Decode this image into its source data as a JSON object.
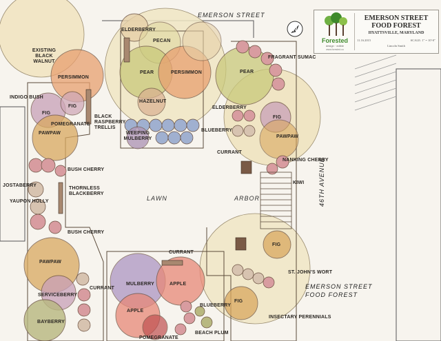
{
  "title_block": {
    "logo_name": "Forested",
    "logo_sub": "design · edible",
    "logo_url": "www.forested.co",
    "title_line1": "EMERSON STREET",
    "title_line2": "FOOD FOREST",
    "location": "HYATTSVILLE, MARYLAND",
    "date": "11.16.2015",
    "scale": "SCALE: 1\" = 10'-0\"",
    "author": "Lincoln Smith"
  },
  "streets": {
    "north": "EMERSON STREET",
    "east": "46TH AVENUE"
  },
  "areas": {
    "lawn": "LAWN",
    "arbor": "ARBOR",
    "site_name_line1": "EMERSON STREET",
    "site_name_line2": "FOOD FOREST"
  },
  "plant_labels": {
    "existing_black_walnut": "EXISTING\nBLACK\nWALNUT",
    "persimmon_w": "PERSIMMON",
    "indigo_bush": "INDIGO BUSH",
    "fig_w": "FIG",
    "fig_w2": "FIG",
    "pomegranate_w": "POMEGRANATE",
    "black_raspberry": "BLACK\nRASPBERRY\nTRELLIS",
    "pawpaw_w": "PAWPAW",
    "bush_cherry_1": "BUSH CHERRY",
    "jostaberry": "JOSTABERRY",
    "thornless_blackberry": "THORNLESS\nBLACKBERRY",
    "yaupon_holly": "YAUPON HOLLY",
    "bush_cherry_2": "BUSH CHERRY",
    "pawpaw_sw": "PAWPAW",
    "serviceberry": "SERVICEBERRY",
    "currant_sw": "CURRANT",
    "bayberry": "BAYBERRY",
    "elderberry_n": "ELDERBERRY",
    "pecan": "PECAN",
    "pear_n": "PEAR",
    "persimmon_n": "PERSIMMON",
    "hazelnut": "HAZELNUT",
    "weeping_mulberry": "WEEPING\nMULBERRY",
    "blueberry_n": "BLUEBERRY",
    "fragrant_sumac": "FRAGRANT SUMAC",
    "pear_ne": "PEAR",
    "elderberry_e": "ELDERBERRY",
    "fig_e": "FIG",
    "pawpaw_e": "PAWPAW",
    "currant_e": "CURRANT",
    "nanking_cherry": "NANKING CHERRY",
    "kiwi": "KIWI",
    "fig_se": "FIG",
    "st_johns_wort": "ST. JOHN'S WORT",
    "fig_se2": "FIG",
    "insectary_perennials": "INSECTARY PERENNIALS",
    "currant_s": "CURRANT",
    "mulberry_s": "MULBERRY",
    "apple_s1": "APPLE",
    "blueberry_s": "BLUEBERRY",
    "apple_s2": "APPLE",
    "pomegranate_s": "POMEGRANATE",
    "beach_plum": "BEACH PLUM"
  },
  "colors": {
    "canopy_yellow": "#efe0ae",
    "canopy_green": "#d7d9a4",
    "persimmon": "#e8a070",
    "pear": "#c9c97a",
    "pawpaw": "#d9a860",
    "fig": "#c8a0b8",
    "apple": "#e88878",
    "mulberry": "#a890c0",
    "shrub_pink": "#d89ca0",
    "shrub_blue": "#a0b0d0",
    "logo_green": "#3e8a2c"
  }
}
